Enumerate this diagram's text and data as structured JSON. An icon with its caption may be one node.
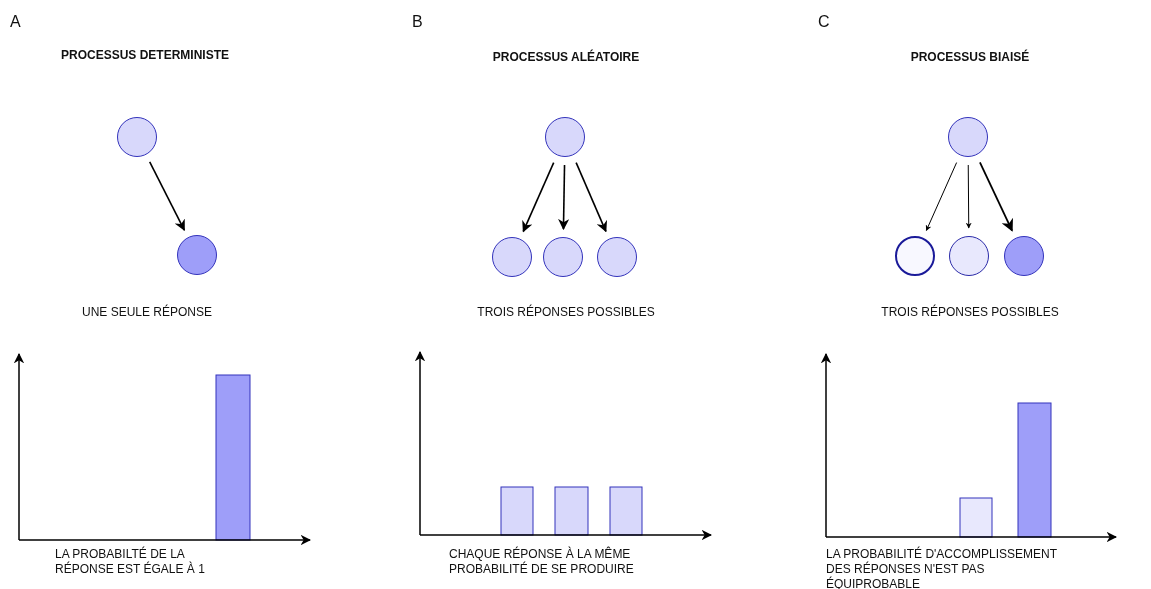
{
  "diagram": {
    "nodes": [
      {
        "text": [],
        "shape": "circle"
      },
      {
        "text": [],
        "shape": "circle"
      },
      {
        "text": [],
        "shape": "circle"
      },
      {
        "text": [],
        "shape": "circle"
      },
      {
        "text": [],
        "shape": "circle"
      },
      {
        "text": [],
        "shape": "circle"
      },
      {
        "text": [],
        "shape": "circle"
      },
      {
        "text": [],
        "shape": "circle"
      },
      {
        "text": [],
        "shape": "circle"
      },
      {
        "text": [],
        "shape": "circle"
      }
    ],
    "edges": [
      {
        "from": 0,
        "to": 1,
        "arrow": "to"
      },
      {
        "from": 2,
        "to": 3,
        "arrow": "to"
      },
      {
        "from": 2,
        "to": 4,
        "arrow": "to"
      },
      {
        "from": 2,
        "to": 5,
        "arrow": "to"
      },
      {
        "from": 6,
        "to": 7,
        "arrow": "to"
      },
      {
        "from": 6,
        "to": 8,
        "arrow": "to"
      },
      {
        "from": 6,
        "to": 9,
        "arrow": "to"
      }
    ],
    "labels": [
      "A",
      "B",
      "C",
      "PROCESSUS DETERMINISTE",
      "PROCESSUS ALÉATOIRE",
      "PROCESSUS BIAISÉ",
      "UNE SEULE RÉPONSE",
      "TROIS RÉPONSES POSSIBLES",
      "TROIS RÉPONSES POSSIBLES",
      "LA PROBABILTÉ DE LA RÉPONSE EST ÉGALE À 1",
      "CHAQUE RÉPONSE À LA MÊME PROBABILITÉ DE SE PRODUIRE",
      "LA PROBABILITÉ D'ACCOMPLISSEMENT DES RÉPONSES N'EST PAS ÉQUIPROBABLE"
    ]
  }
}
